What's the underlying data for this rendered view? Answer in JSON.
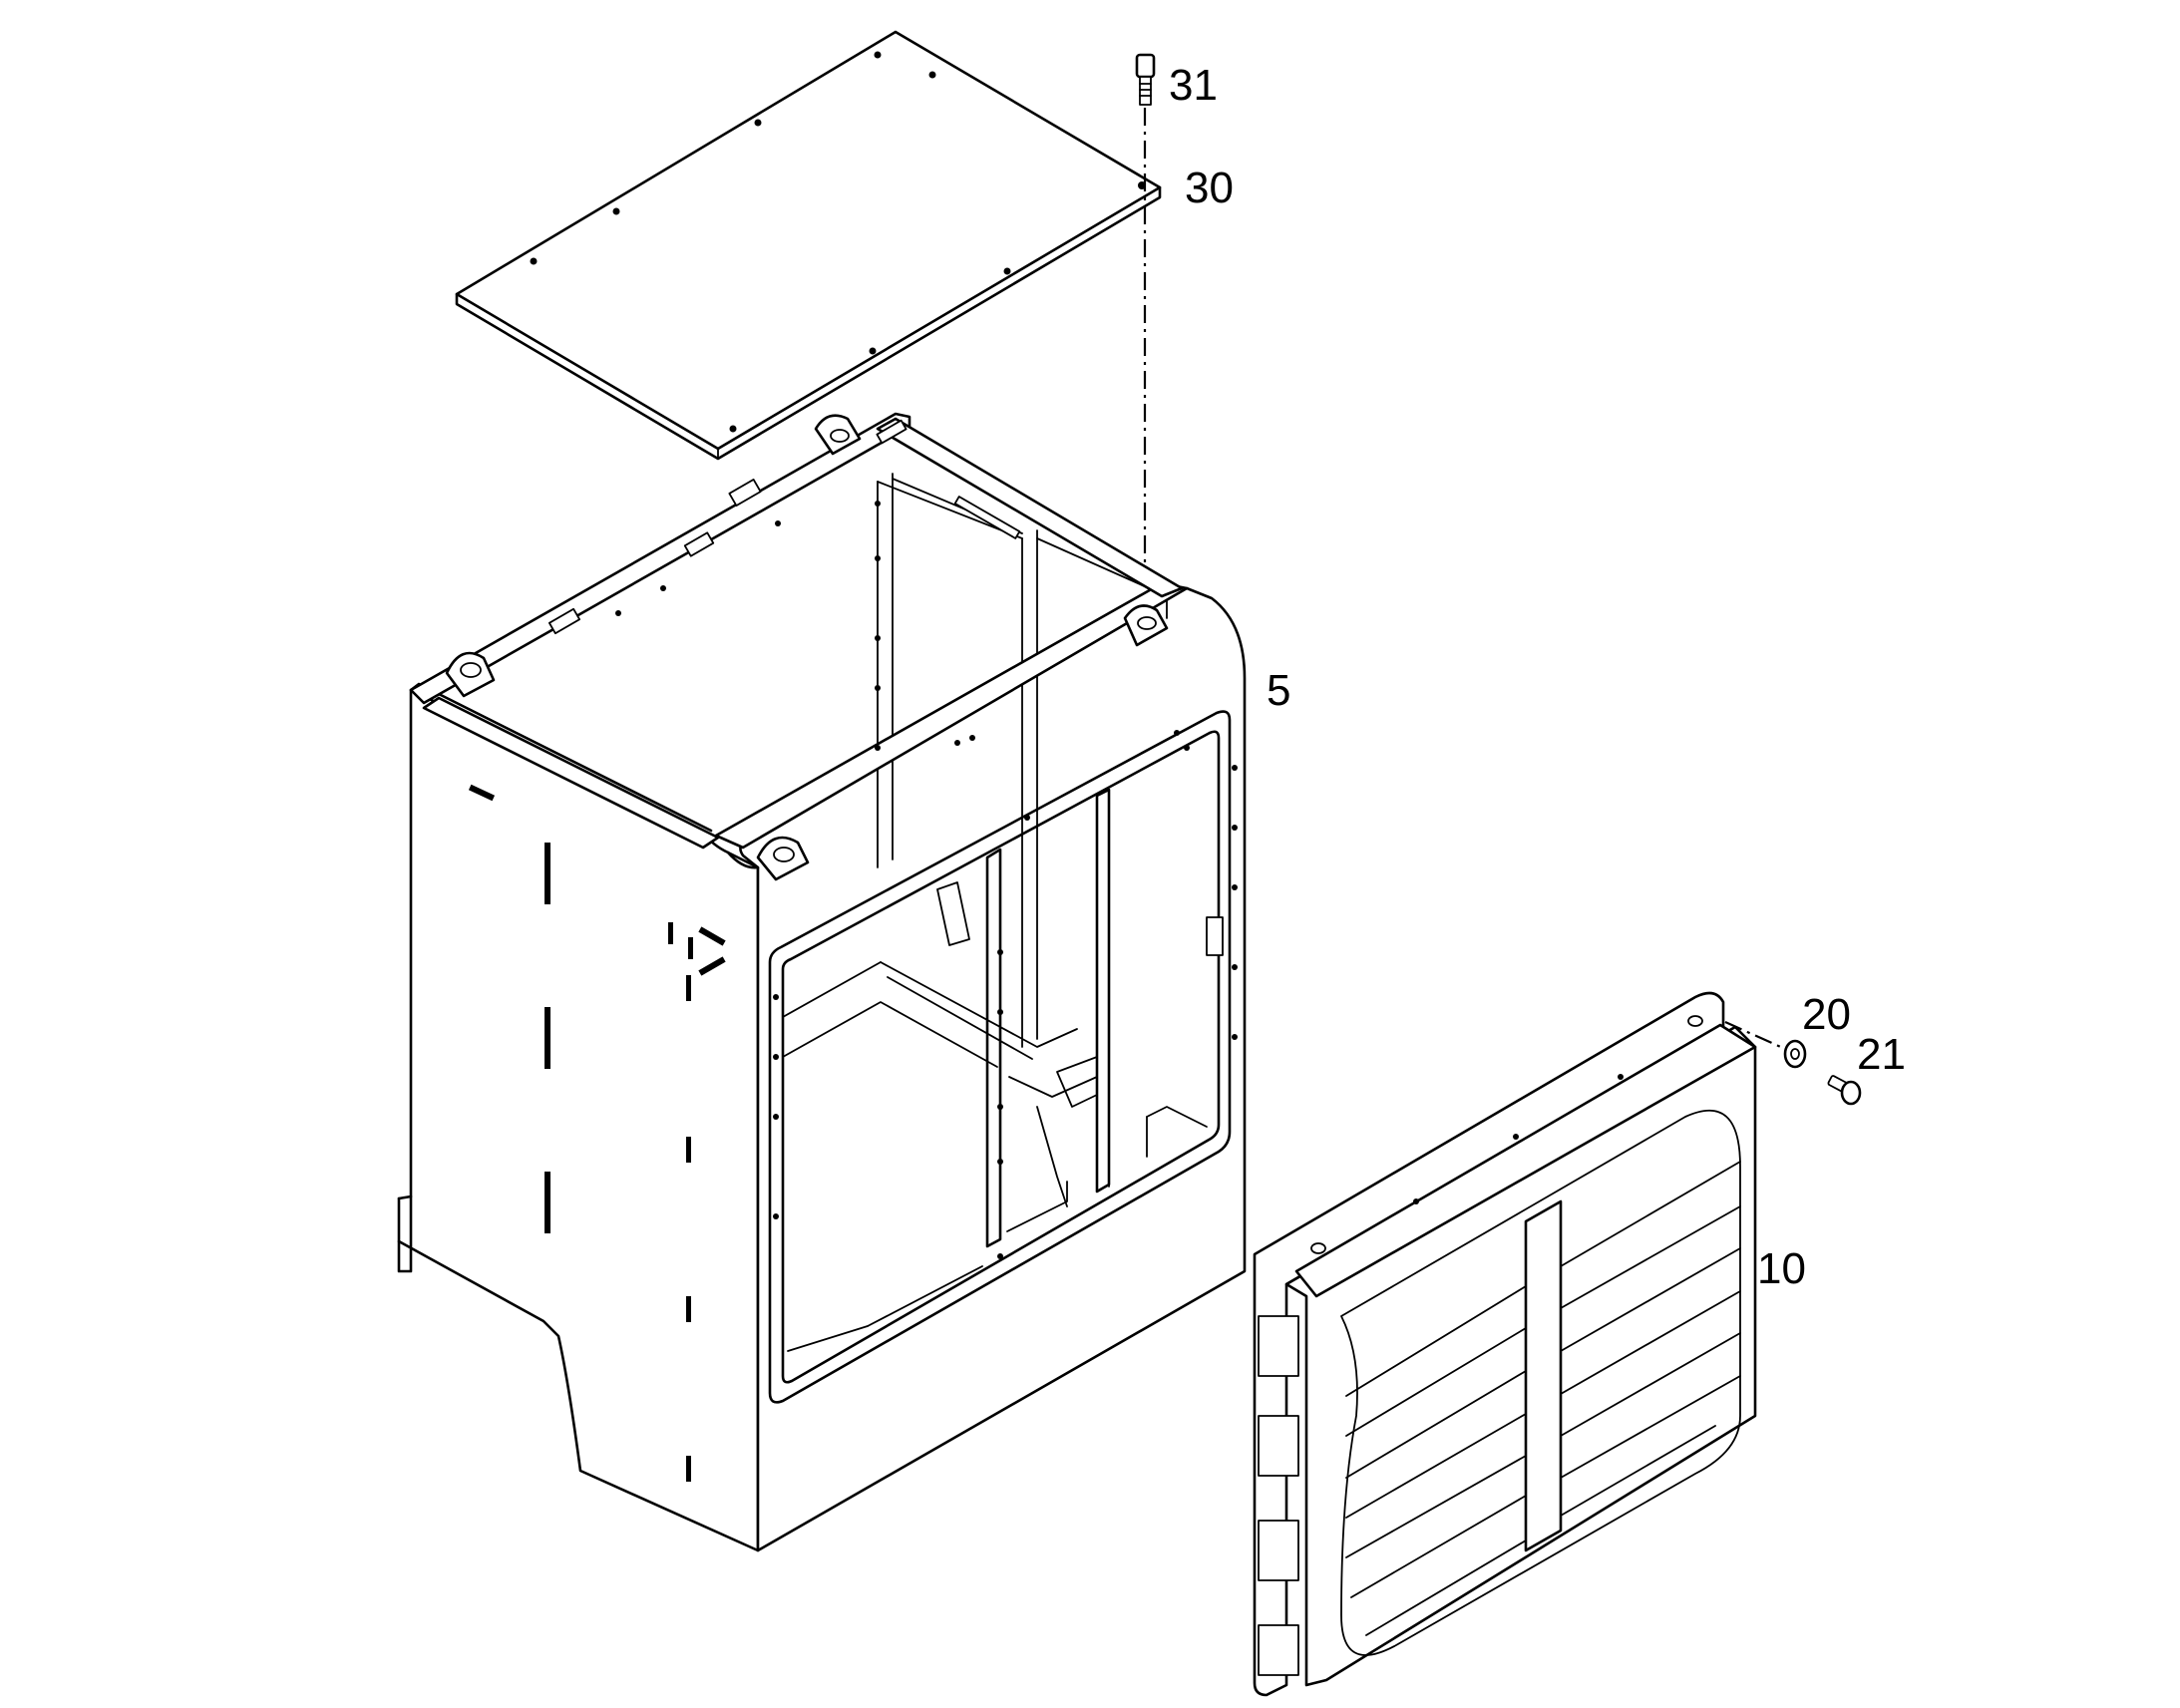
{
  "diagram": {
    "callouts": [
      {
        "id": "callout-31",
        "text": "31",
        "part": "cap-screw"
      },
      {
        "id": "callout-30",
        "text": "30",
        "part": "top-cover-plate"
      },
      {
        "id": "callout-5",
        "text": "5",
        "part": "hood-housing"
      },
      {
        "id": "callout-20",
        "text": "20",
        "part": "washer"
      },
      {
        "id": "callout-21",
        "text": "21",
        "part": "bolt"
      },
      {
        "id": "callout-10",
        "text": "10",
        "part": "louvered-grille"
      }
    ]
  }
}
